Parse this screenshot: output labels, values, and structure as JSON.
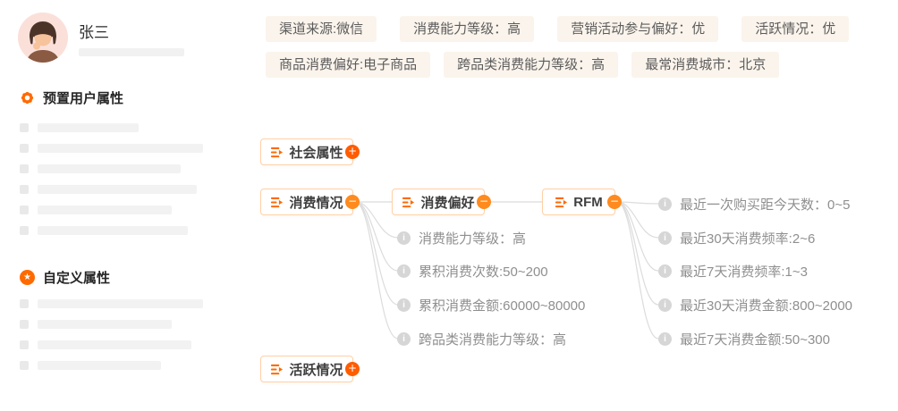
{
  "profile": {
    "name": "张三"
  },
  "sections": {
    "preset": "预置用户属性",
    "custom": "自定义属性"
  },
  "tags": {
    "row1": [
      "渠道来源:微信",
      "消费能力等级：高",
      "营销活动参与偏好：优",
      "活跃情况：优"
    ],
    "row2": [
      "商品消费偏好:电子商品",
      "跨品类消费能力等级：高",
      "最常消费城市：北京"
    ]
  },
  "mindmap": {
    "social": {
      "label": "社会属性",
      "badge": "+"
    },
    "consumption": {
      "label": "消费情况",
      "badge": "−"
    },
    "preference": {
      "label": "消费偏好",
      "badge": "−"
    },
    "rfm": {
      "label": "RFM",
      "badge": "−"
    },
    "active": {
      "label": "活跃情况",
      "badge": "+"
    },
    "consumption_children": [
      "消费能力等级：高",
      "累积消费次数:50~200",
      "累积消费金额:60000~80000",
      "跨品类消费能力等级：高"
    ],
    "rfm_children": [
      "最近一次购买距今天数：0~5",
      "最近30天消费频率:2~6",
      "最近7天消费频率:1~3",
      "最近30天消费金额:800~2000",
      "最近7天消费金额:50~300"
    ]
  },
  "icons": {
    "info": "i",
    "star": "★"
  },
  "colors": {
    "accent": "#ff6a00",
    "badge_plus": "#ff5c00",
    "badge_minus": "#ff8a1e",
    "tag_bg": "#fbf4ec",
    "node_border": "#ffd0a6",
    "connector": "#dcdcdc"
  }
}
